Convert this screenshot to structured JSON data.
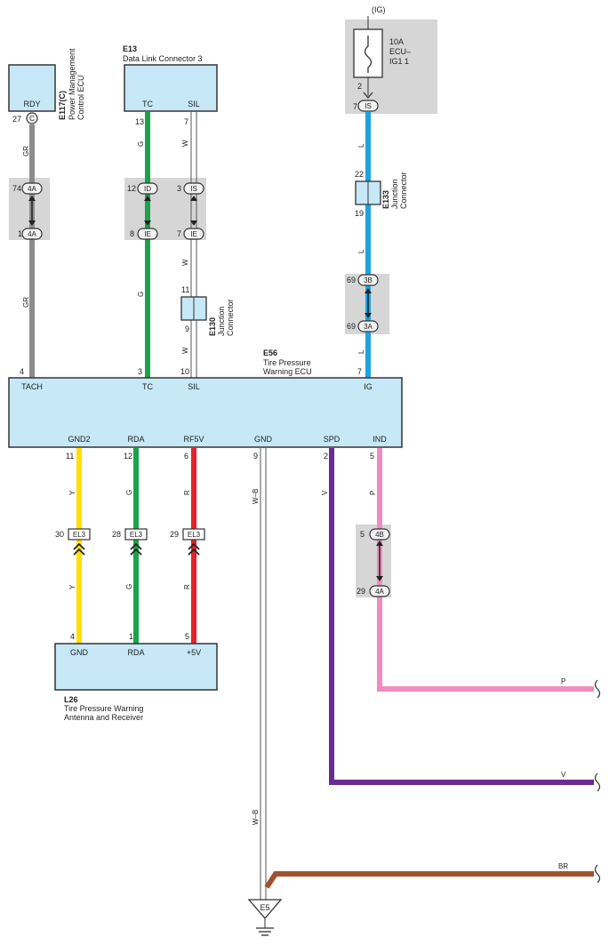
{
  "power": {
    "source_label": "(IG)",
    "fuse_rating": "10A",
    "fuse_line1": "ECU–",
    "fuse_line2": "IG1 1",
    "fuse_pin": "2"
  },
  "components": {
    "e117": {
      "code": "E117(C)",
      "name_line1": "Power Management",
      "name_line2": "Control ECU",
      "terminal": "RDY",
      "pin": "27",
      "connector": "C"
    },
    "e13": {
      "code": "E13",
      "name": "Data Link Connector 3",
      "terminal_tc": "TC",
      "terminal_sil": "SIL",
      "pin_tc": "13",
      "pin_sil": "7"
    },
    "e133": {
      "code": "E133",
      "name_line1": "Junction",
      "name_line2": "Connector",
      "pin_top": "22",
      "pin_bottom": "19"
    },
    "e130": {
      "code": "E130",
      "name_line1": "Junction",
      "name_line2": "Connector",
      "pin_top": "11",
      "pin_bottom": "9"
    },
    "e56": {
      "code": "E56",
      "name_line1": "Tire Pressure",
      "name_line2": "Warning ECU",
      "top_terminals": [
        "TACH",
        "TC",
        "SIL",
        "IG"
      ],
      "top_pins": [
        "4",
        "3",
        "10",
        "7"
      ],
      "bottom_terminals": [
        "GND2",
        "RDA",
        "RF5V",
        "GND",
        "SPD",
        "IND"
      ],
      "bottom_pins": [
        "11",
        "12",
        "6",
        "9",
        "2",
        "5"
      ]
    },
    "l26": {
      "code": "L26",
      "name_line1": "Tire Pressure Warning",
      "name_line2": "Antenna and Receiver",
      "terminals": [
        "GND",
        "RDA",
        "+5V"
      ],
      "pins": [
        "4",
        "1",
        "5"
      ]
    },
    "e5": {
      "code": "E5"
    }
  },
  "inline_connectors": {
    "ig_is": {
      "pin": "7",
      "label": "IS"
    },
    "gr_4a_top": {
      "pin": "74",
      "label": "4A"
    },
    "gr_4a_bottom": {
      "pin": "1",
      "label": "4A"
    },
    "tc_id": {
      "pin": "12",
      "label": "ID"
    },
    "tc_ie": {
      "pin": "8",
      "label": "IE"
    },
    "sil_is": {
      "pin": "3",
      "label": "IS"
    },
    "sil_ie": {
      "pin": "7",
      "label": "IE"
    },
    "l_3b": {
      "pin": "69",
      "label": "3B"
    },
    "l_3a": {
      "pin": "69",
      "label": "3A"
    },
    "el3_y": {
      "pin": "30",
      "label": "EL3"
    },
    "el3_g": {
      "pin": "28",
      "label": "EL3"
    },
    "el3_r": {
      "pin": "29",
      "label": "EL3"
    },
    "p_4b": {
      "pin": "5",
      "label": "4B"
    },
    "p_4a": {
      "pin": "29",
      "label": "4A"
    }
  },
  "wires": {
    "gr": {
      "code": "GR",
      "color": "#8c8c8c"
    },
    "g": {
      "code": "G",
      "color": "#1aa34a"
    },
    "w": {
      "code": "W",
      "color": "#ffffff"
    },
    "l": {
      "code": "L",
      "color": "#1ea3e0"
    },
    "y": {
      "code": "Y",
      "color": "#ffe000"
    },
    "r": {
      "code": "R",
      "color": "#e62129"
    },
    "wb": {
      "code": "W–B",
      "color": "#ffffff"
    },
    "v": {
      "code": "V",
      "color": "#6a2c91"
    },
    "p": {
      "code": "P",
      "color": "#f08cbf"
    },
    "br": {
      "code": "BR",
      "color": "#a0522d"
    }
  }
}
